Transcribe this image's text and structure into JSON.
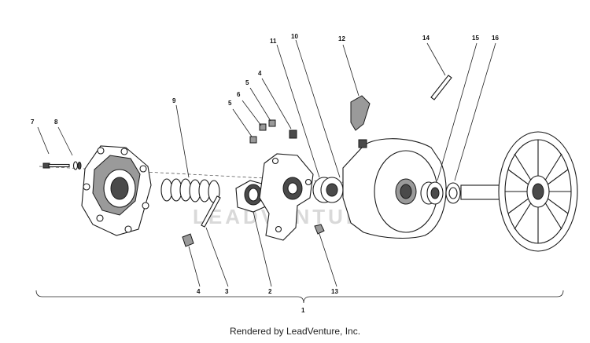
{
  "watermark": "LEADVENTURE",
  "credit": "Rendered by LeadVenture, Inc.",
  "callouts": {
    "c1": "1",
    "c2": "2",
    "c3": "3",
    "c4a": "4",
    "c4b": "4",
    "c5a": "5",
    "c5b": "5",
    "c6": "6",
    "c7": "7",
    "c8": "8",
    "c9": "9",
    "c10": "10",
    "c11": "11",
    "c12": "12",
    "c13": "13",
    "c14": "14",
    "c15": "15",
    "c16": "16"
  }
}
